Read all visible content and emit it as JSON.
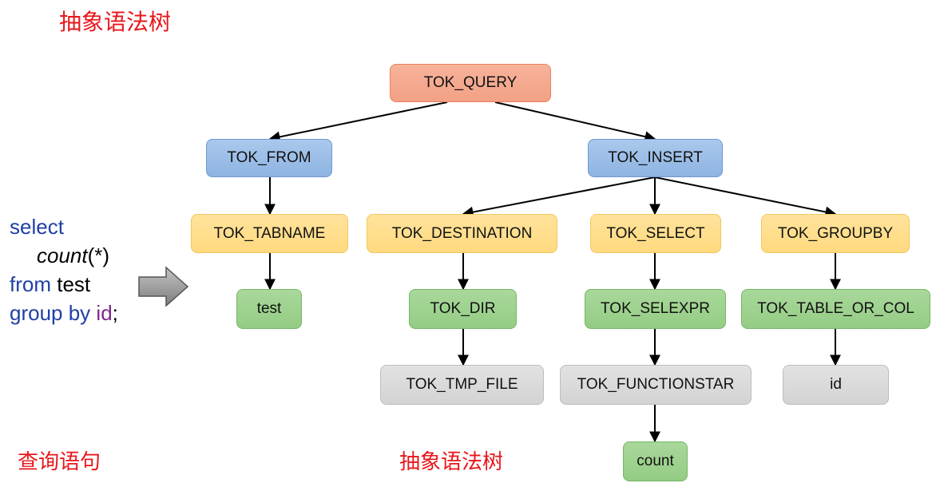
{
  "title": "抽象语法树",
  "sql": {
    "line1": {
      "keyword": "select"
    },
    "line2": {
      "func": "count",
      "args": "(*)"
    },
    "line3": {
      "keyword": "from",
      "table": " test"
    },
    "line4": {
      "keyword": "group by",
      "column": " id",
      "end": ";"
    }
  },
  "captions": {
    "query": "查询语句",
    "tree": "抽象语法树"
  },
  "nodes": {
    "tok_query": "TOK_QUERY",
    "tok_from": "TOK_FROM",
    "tok_insert": "TOK_INSERT",
    "tok_tabname": "TOK_TABNAME",
    "tok_destination": "TOK_DESTINATION",
    "tok_select": "TOK_SELECT",
    "tok_groupby": "TOK_GROUPBY",
    "test": "test",
    "tok_dir": "TOK_DIR",
    "tok_selexpr": "TOK_SELEXPR",
    "tok_table_or_col": "TOK_TABLE_OR_COL",
    "tok_tmp_file": "TOK_TMP_FILE",
    "tok_functionstar": "TOK_FUNCTIONSTAR",
    "id": "id",
    "count": "count"
  },
  "colors": {
    "title_red": "#e8171b",
    "keyword_blue": "#1f3fa6",
    "column_purple": "#7a2a8a",
    "root_orange": "#f2a185",
    "level1_blue": "#8fb4e2",
    "level2_yellow": "#ffd97f",
    "level3_green": "#94cc84",
    "level4_gray": "#d3d3d3"
  }
}
